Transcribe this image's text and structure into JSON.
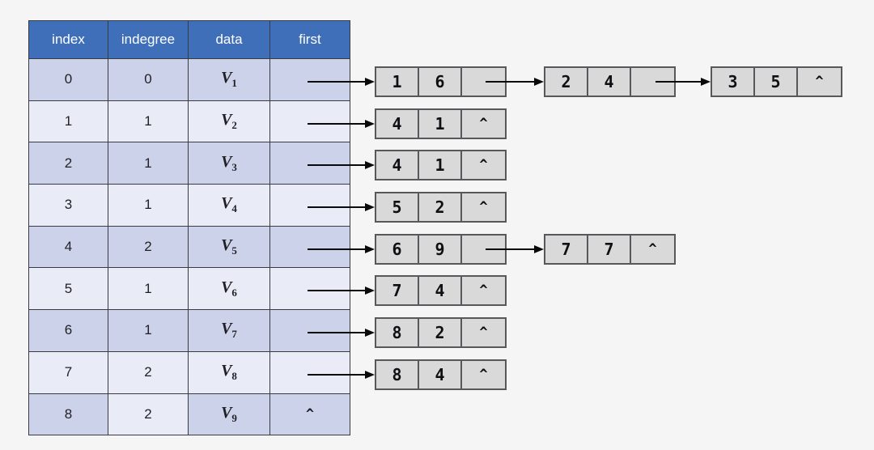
{
  "diagram_title": "adjacency-list-with-indegree",
  "null_symbol": "^",
  "table": {
    "headers": [
      "index",
      "indegree",
      "data",
      "first"
    ],
    "rows": [
      {
        "index": "0",
        "indegree": "0",
        "v": "V",
        "sub": "1",
        "first": "arrow"
      },
      {
        "index": "1",
        "indegree": "1",
        "v": "V",
        "sub": "2",
        "first": "arrow"
      },
      {
        "index": "2",
        "indegree": "1",
        "v": "V",
        "sub": "3",
        "first": "arrow"
      },
      {
        "index": "3",
        "indegree": "1",
        "v": "V",
        "sub": "4",
        "first": "arrow"
      },
      {
        "index": "4",
        "indegree": "2",
        "v": "V",
        "sub": "5",
        "first": "arrow"
      },
      {
        "index": "5",
        "indegree": "1",
        "v": "V",
        "sub": "6",
        "first": "arrow"
      },
      {
        "index": "6",
        "indegree": "1",
        "v": "V",
        "sub": "7",
        "first": "arrow"
      },
      {
        "index": "7",
        "indegree": "2",
        "v": "V",
        "sub": "8",
        "first": "arrow"
      },
      {
        "index": "8",
        "indegree": "2",
        "v": "V",
        "sub": "9",
        "first": "^"
      }
    ]
  },
  "nodes": [
    {
      "row": 0,
      "col": 0,
      "d1": "1",
      "d2": "6",
      "next_symbol": ""
    },
    {
      "row": 0,
      "col": 1,
      "d1": "2",
      "d2": "4",
      "next_symbol": ""
    },
    {
      "row": 0,
      "col": 2,
      "d1": "3",
      "d2": "5",
      "next_symbol": "^"
    },
    {
      "row": 1,
      "col": 0,
      "d1": "4",
      "d2": "1",
      "next_symbol": "^"
    },
    {
      "row": 2,
      "col": 0,
      "d1": "4",
      "d2": "1",
      "next_symbol": "^"
    },
    {
      "row": 3,
      "col": 0,
      "d1": "5",
      "d2": "2",
      "next_symbol": "^"
    },
    {
      "row": 4,
      "col": 0,
      "d1": "6",
      "d2": "9",
      "next_symbol": ""
    },
    {
      "row": 4,
      "col": 1,
      "d1": "7",
      "d2": "7",
      "next_symbol": "^"
    },
    {
      "row": 5,
      "col": 0,
      "d1": "7",
      "d2": "4",
      "next_symbol": "^"
    },
    {
      "row": 6,
      "col": 0,
      "d1": "8",
      "d2": "2",
      "next_symbol": "^"
    },
    {
      "row": 7,
      "col": 0,
      "d1": "8",
      "d2": "4",
      "next_symbol": "^"
    }
  ],
  "colors": {
    "page_bg": "#f5f5f6",
    "header_bg": "#3f6fb9",
    "row_dark": "#ccd2e9",
    "row_light": "#e9ecf6",
    "table_border": "#3a3a42",
    "node_bg": "#d9d9d9",
    "node_border": "#58585c",
    "arrow": "#0a0a0a"
  }
}
